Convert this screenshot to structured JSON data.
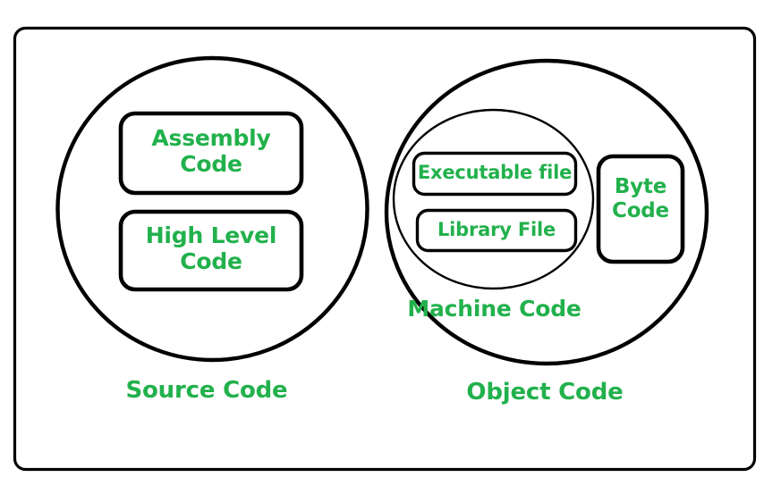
{
  "diagram": {
    "type": "venn-set-diagram",
    "title_visible": false,
    "colors": {
      "label_green": "#22b14c",
      "stroke_black": "#000000",
      "background": "#ffffff"
    },
    "frame": {
      "name": "outer-frame",
      "shape": "rounded-rectangle"
    },
    "sets": [
      {
        "id": "source-code",
        "caption": "Source Code",
        "shape": "ellipse",
        "members": [
          {
            "id": "assembly-code",
            "label": "Assembly\nCode",
            "shape": "rounded-rectangle"
          },
          {
            "id": "high-level-code",
            "label": "High Level\nCode",
            "shape": "rounded-rectangle"
          }
        ]
      },
      {
        "id": "object-code",
        "caption": "Object Code",
        "shape": "ellipse",
        "members": [
          {
            "id": "byte-code",
            "label": "Byte\nCode",
            "shape": "rounded-rectangle"
          }
        ],
        "subsets": [
          {
            "id": "machine-code",
            "caption": "Machine Code",
            "shape": "ellipse",
            "members": [
              {
                "id": "executable-file",
                "label": "Executable file",
                "shape": "rounded-rectangle"
              },
              {
                "id": "library-file",
                "label": "Library File",
                "shape": "rounded-rectangle"
              }
            ]
          }
        ]
      }
    ],
    "labels": {
      "assembly_code": "Assembly\nCode",
      "high_level_code": "High Level\nCode",
      "source_code": "Source Code",
      "executable_file": "Executable file",
      "library_file": "Library File",
      "machine_code": "Machine Code",
      "byte_code": "Byte\nCode",
      "object_code": "Object Code"
    }
  }
}
